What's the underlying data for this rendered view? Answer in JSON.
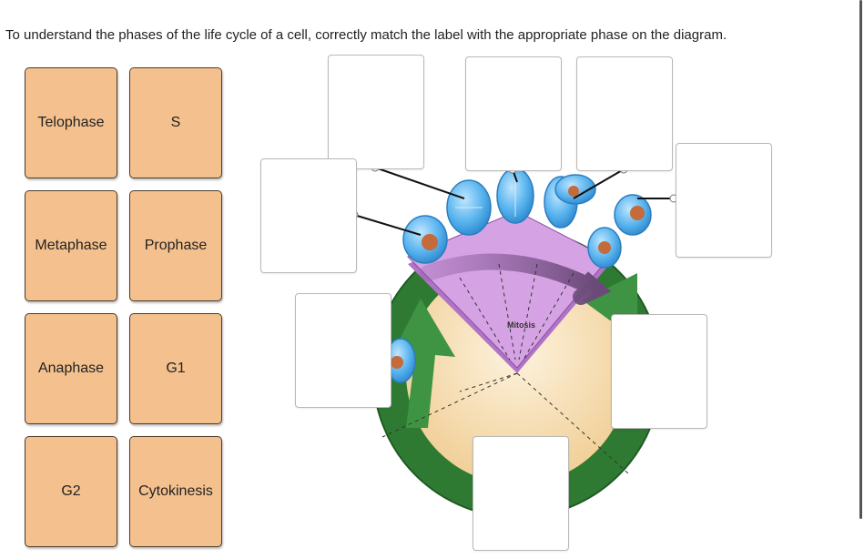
{
  "instructions": "To understand the phases of the life cycle of a cell, correctly match the label with the appropriate phase on the diagram.",
  "labels": [
    "Telophase",
    "S",
    "Metaphase",
    "Prophase",
    "Anaphase",
    "G1",
    "G2",
    "Cytokinesis"
  ],
  "diagram": {
    "mitosis_label": "Mitosis"
  },
  "colors": {
    "tile": "#f4c18e",
    "ring_green": "#2f7a33",
    "mitosis_purple": "#c48ad8",
    "cell_blue": "#4aa8e8",
    "interphase_cream": "#f6dcb0"
  }
}
